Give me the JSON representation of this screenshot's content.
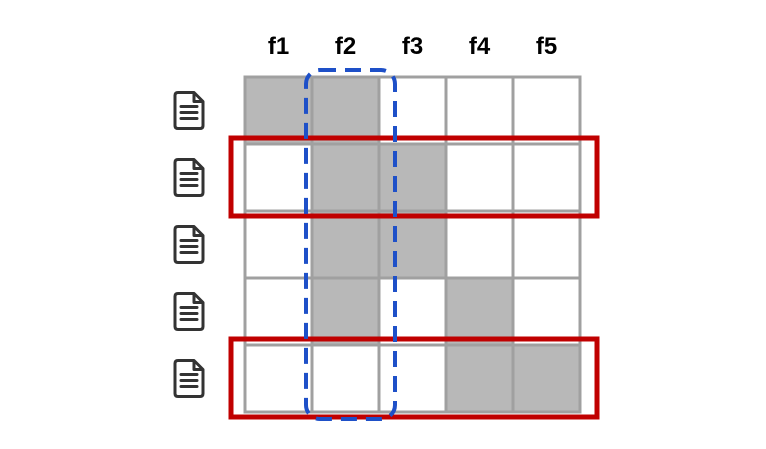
{
  "matrix": {
    "columns": [
      "f1",
      "f2",
      "f3",
      "f4",
      "f5"
    ],
    "rows": [
      [
        1,
        1,
        0,
        0,
        0
      ],
      [
        0,
        1,
        1,
        0,
        0
      ],
      [
        0,
        1,
        1,
        0,
        0
      ],
      [
        0,
        1,
        0,
        1,
        0
      ],
      [
        0,
        0,
        0,
        1,
        1
      ]
    ],
    "row_icon": "document-icon",
    "highlighted_rows": [
      1,
      4
    ],
    "highlighted_column": 1
  },
  "colors": {
    "filled_cell": "#b8b8b8",
    "empty_cell": "#ffffff",
    "grid_line": "#a0a0a0",
    "row_highlight": "#c00000",
    "column_highlight": "#1e50c8",
    "icon": "#333333"
  }
}
